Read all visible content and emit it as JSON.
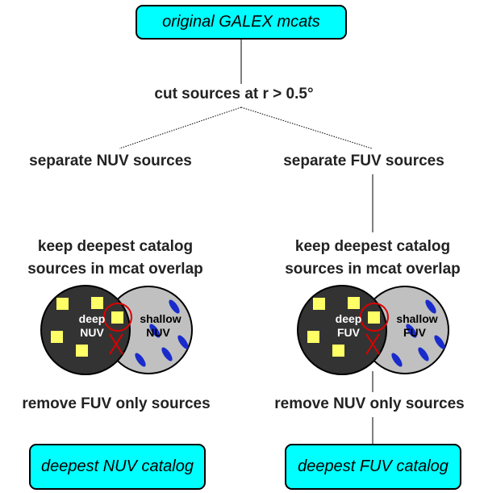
{
  "nodes": {
    "start": "original GALEX mcats",
    "cut": "cut sources at r > 0.5°",
    "sep_nuv": "separate NUV sources",
    "sep_fuv": "separate FUV sources",
    "keep_nuv_1": "keep deepest catalog",
    "keep_nuv_2": "sources in mcat overlap",
    "keep_fuv_1": "keep deepest catalog",
    "keep_fuv_2": "sources in mcat overlap",
    "remove_fuv": "remove FUV only sources",
    "remove_nuv": "remove NUV only sources",
    "end_nuv": "deepest NUV catalog",
    "end_fuv": "deepest FUV catalog"
  },
  "venn_nuv": {
    "deep": "deep",
    "deep_band": "NUV",
    "shallow": "shallow",
    "shallow_band": "NUV"
  },
  "venn_fuv": {
    "deep": "deep",
    "deep_band": "FUV",
    "shallow": "shallow",
    "shallow_band": "FUV"
  },
  "colors": {
    "box_fill": "#00ffff",
    "deep_circle": "#333333",
    "shallow_circle": "#c0c0c0",
    "square": "#ffff66",
    "ellipse": "#1a2bcc",
    "mark": "#dd0000"
  }
}
